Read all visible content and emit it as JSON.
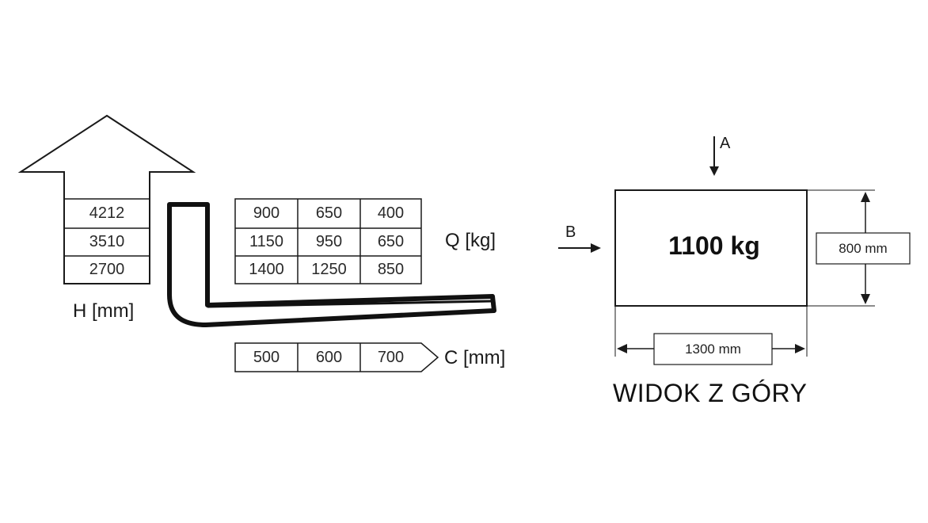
{
  "height_table": {
    "label": "H [mm]",
    "values": [
      "4212",
      "3510",
      "2700"
    ]
  },
  "capacity_table": {
    "label": "Q [kg]",
    "rows": [
      [
        "900",
        "650",
        "400"
      ],
      [
        "1150",
        "950",
        "650"
      ],
      [
        "1400",
        "1250",
        "850"
      ]
    ]
  },
  "center_table": {
    "label": "C [mm]",
    "values": [
      "500",
      "600",
      "700"
    ]
  },
  "top_view": {
    "title": "WIDOK Z GÓRY",
    "mass": "1100 kg",
    "depth": "800 mm",
    "length": "1300 mm",
    "arrow_a": "A",
    "arrow_b": "B"
  },
  "colors": {
    "line": "#1a1a1a",
    "fork": "#111111"
  }
}
